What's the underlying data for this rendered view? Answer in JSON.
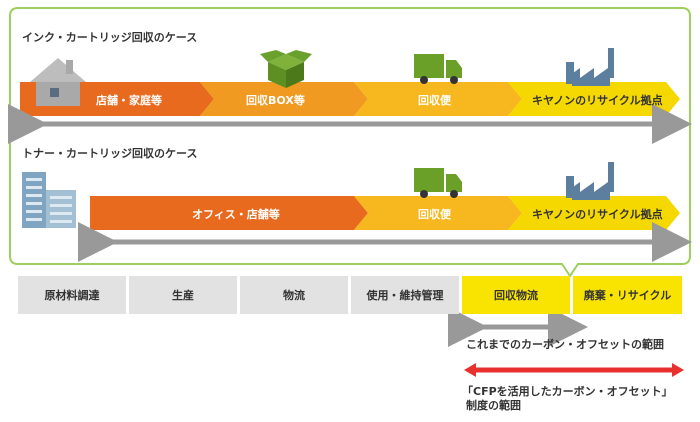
{
  "ink_case": {
    "title": "インク・カートリッジ回収のケース",
    "steps": [
      "店舗・家庭等",
      "回収BOX等",
      "回収便",
      "キヤノンのリサイクル拠点"
    ]
  },
  "toner_case": {
    "title": "トナー・カートリッジ回収のケース",
    "steps": [
      "オフィス・店舗等",
      "回収便",
      "キヤノンのリサイクル拠点"
    ]
  },
  "supply_chain": [
    "原材料調達",
    "生産",
    "物流",
    "使用・維持管理",
    "回収物流",
    "廃棄・リサイクル"
  ],
  "legend": {
    "prev_scope": "これまでのカーボン・オフセットの範囲",
    "cfp_scope_line1": "「CFPを活用したカーボン・オフセット」",
    "cfp_scope_line2": "制度の範囲"
  },
  "colors": {
    "orange_dark": "#e86a1f",
    "orange_mid": "#f19a22",
    "orange_light": "#f6b81e",
    "yellow": "#f5d800",
    "highlight_yellow": "#f9e300",
    "green_frame": "#9ccf5b",
    "gray_cell": "#e2e2e2",
    "gray_arrow": "#999999",
    "red_arrow": "#e8312f",
    "truck_green": "#6a9f28",
    "factory_blue": "#5c7f9f"
  },
  "icons": [
    "house-icon",
    "box-icon",
    "truck-icon",
    "factory-icon",
    "office-building-icon"
  ]
}
